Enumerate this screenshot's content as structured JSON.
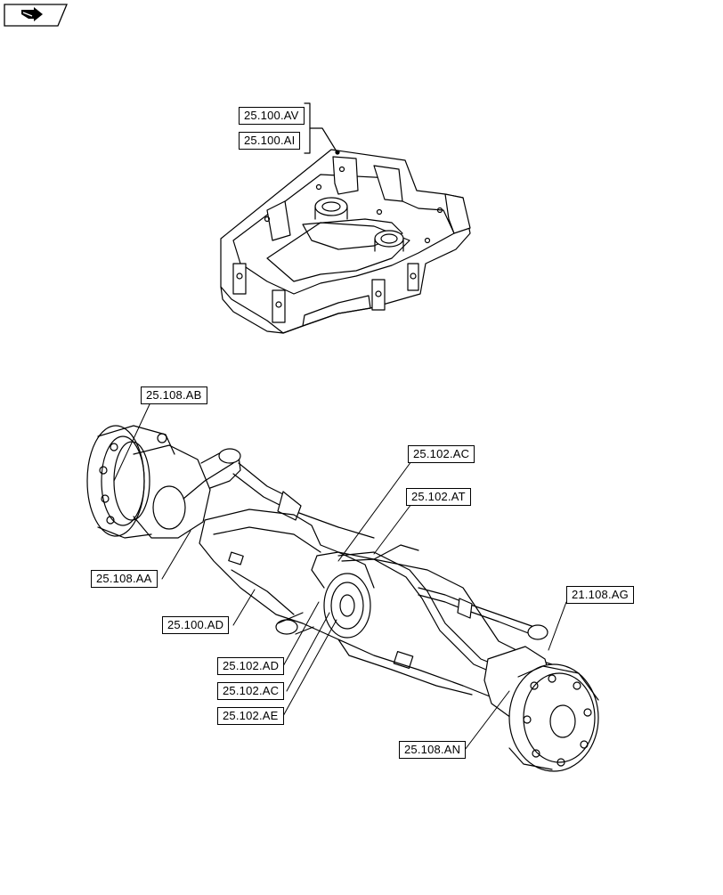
{
  "nav": {
    "icon": "page-turn-icon"
  },
  "callouts": {
    "c_25_100_AV": "25.100.AV",
    "c_25_100_AI": "25.100.AI",
    "c_25_108_AB": "25.108.AB",
    "c_25_102_AC_top": "25.102.AC",
    "c_25_102_AT": "25.102.AT",
    "c_25_108_AA": "25.108.AA",
    "c_21_108_AG": "21.108.AG",
    "c_25_100_AD": "25.100.AD",
    "c_25_102_AD": "25.102.AD",
    "c_25_102_AC_bottom": "25.102.AC",
    "c_25_102_AE": "25.102.AE",
    "c_25_108_AN": "25.108.AN"
  },
  "colors": {
    "line": "#000000",
    "background": "#ffffff"
  }
}
